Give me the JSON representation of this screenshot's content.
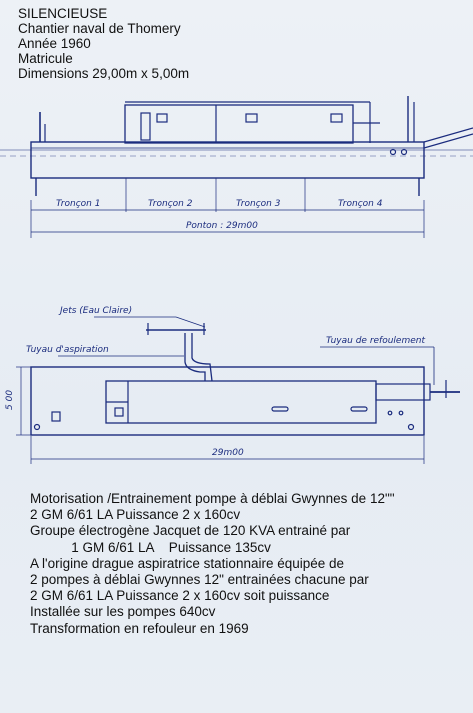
{
  "header": {
    "title": "SILENCIEUSE",
    "shipyard": "Chantier naval de Thomery",
    "year": "Année 1960",
    "registration": "Matricule",
    "dimensions": "Dimensions 29,00m x 5,00m"
  },
  "drawing_side": {
    "sections": [
      "Tronçon 1",
      "Tronçon 2",
      "Tronçon 3",
      "Tronçon 4"
    ],
    "pontoon_label": "Ponton : 29m00"
  },
  "drawing_plan": {
    "jets_label": "Jets (Eau Claire)",
    "suction_label": "Tuyau d'aspiration",
    "discharge_label": "Tuyau de refoulement",
    "width_label": "5 00",
    "length_label": "29m00"
  },
  "description": [
    "Motorisation /Entrainement pompe à déblai Gwynnes de 12\"\"",
    "2 GM 6/61 LA  Puissance 2 x 160cv",
    "Groupe électrogène Jacquet de 120 KVA entrainé par",
    "           1 GM 6/61 LA    Puissance 135cv",
    "A l'origine drague aspiratrice stationnaire équipée de",
    "2 pompes à déblai Gwynnes 12\" entrainées chacune par",
    "2 GM 6/61 LA  Puissance 2 x 160cv soit puissance",
    "Installée sur les pompes 640cv",
    "Transformation en refouleur en 1969"
  ],
  "colors": {
    "ink": "#1b2c7e",
    "paper": "#e9eef4",
    "text": "#111111"
  }
}
